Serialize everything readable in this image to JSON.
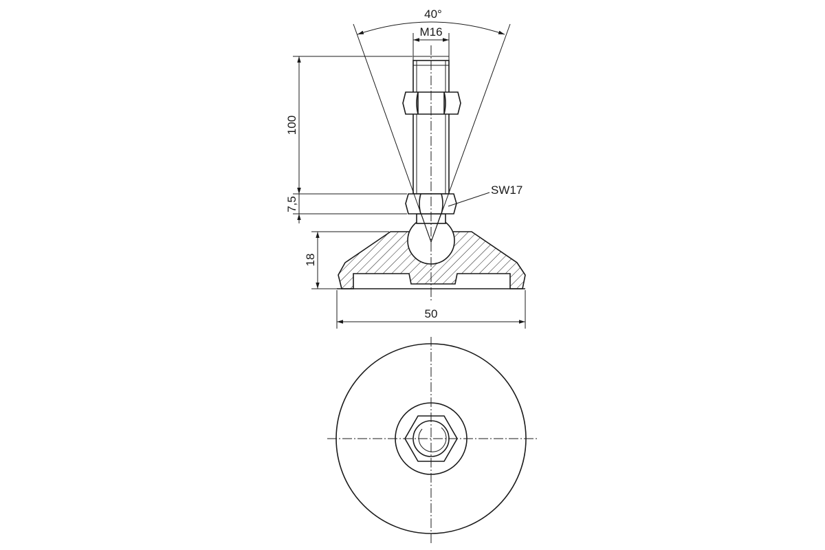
{
  "drawing": {
    "dimensions": {
      "angle": "40°",
      "thread": "M16",
      "height_stud": "100",
      "height_nut": "7,5",
      "height_base": "18",
      "diameter_base": "50",
      "wrench_size": "SW17"
    }
  },
  "colors": {
    "line": "#1a1a1a",
    "background": "#ffffff"
  }
}
